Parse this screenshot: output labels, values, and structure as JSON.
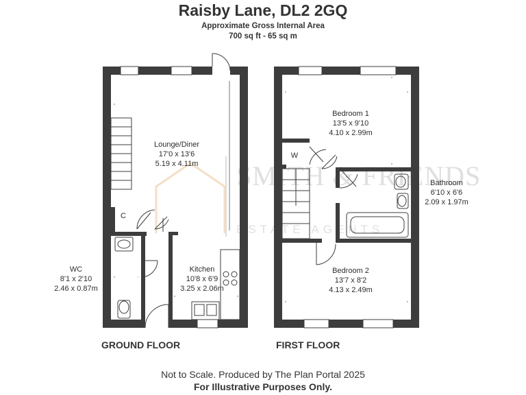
{
  "header": {
    "title": "Raisby Lane, DL2 2GQ",
    "subtitle_line1": "Approximate Gross Internal Area",
    "subtitle_line2": "700 sq ft - 65 sq m"
  },
  "ground_floor": {
    "label": "GROUND FLOOR",
    "rooms": {
      "lounge": {
        "name": "Lounge/Diner",
        "imperial": "17'0 x 13'6",
        "metric": "5.19 x 4.11m"
      },
      "kitchen": {
        "name": "Kitchen",
        "imperial": "10'8 x 6'9",
        "metric": "3.25 x 2.06m"
      },
      "wc": {
        "name": "WC",
        "imperial": "8'1 x 2'10",
        "metric": "2.46 x 0.87m"
      },
      "cupboard": {
        "name": "C"
      }
    }
  },
  "first_floor": {
    "label": "FIRST FLOOR",
    "rooms": {
      "bedroom1": {
        "name": "Bedroom 1",
        "imperial": "13'5 x 9'10",
        "metric": "4.10 x 2.99m"
      },
      "bedroom2": {
        "name": "Bedroom 2",
        "imperial": "13'7 x 8'2",
        "metric": "4.13 x 2.49m"
      },
      "bathroom": {
        "name": "Bathroom",
        "imperial": "6'10 x 6'6",
        "metric": "2.09 x 1.97m"
      },
      "wardrobe": {
        "name": "W"
      }
    }
  },
  "watermark": {
    "line1": "SMITH & FRIENDS",
    "line2": "ESTATE AGENTS"
  },
  "footer": {
    "line1": "Not to Scale. Produced by The Plan Portal 2025",
    "line2": "For Illustrative Purposes Only."
  },
  "colors": {
    "wall": "#3d3d3d",
    "text": "#2d2d2d",
    "watermark": "#d9d9d9",
    "watermark_accent": "#f2dcc0"
  }
}
